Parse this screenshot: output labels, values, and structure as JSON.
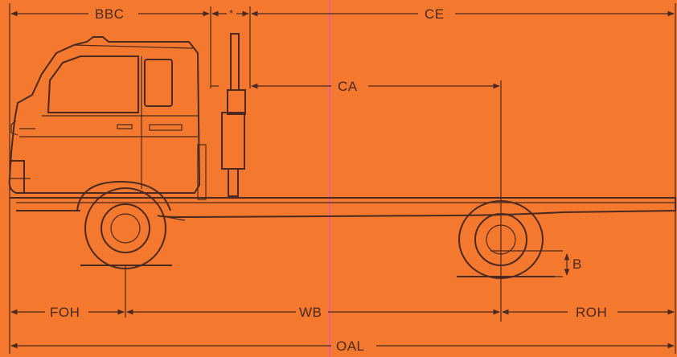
{
  "background": "#f4782e",
  "ink": "#4a2a20",
  "center_line_color": "#e8609c",
  "labels": {
    "bbc": "BBC",
    "star": "*",
    "ce": "CE",
    "ca": "CA",
    "b": "B",
    "foh": "FOH",
    "wb": "WB",
    "roh": "ROH",
    "oal": "OAL"
  }
}
